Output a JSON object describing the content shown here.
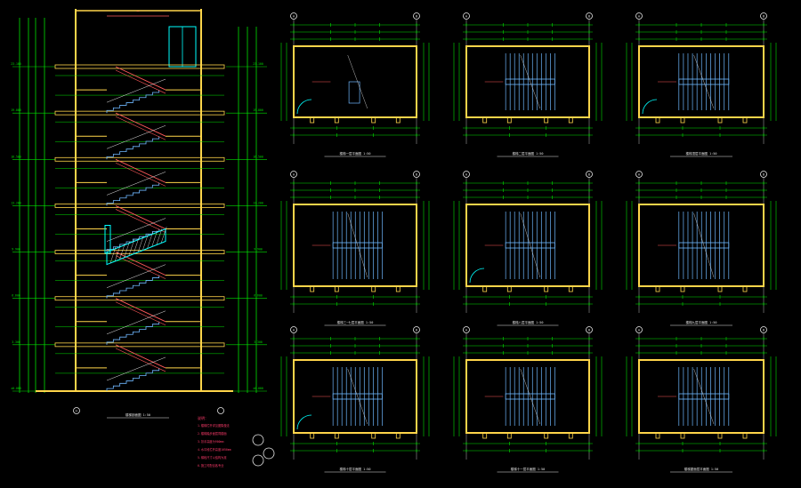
{
  "drawing": {
    "background": "#000000",
    "colors": {
      "wall": "#ffd54a",
      "dimension": "#00e000",
      "stair": "#6fb8ff",
      "axis": "#e8e8e8",
      "section": "#ff5a5a",
      "door": "#00ffff",
      "notes": "#ff3b6b",
      "hatch": "#ffffff"
    },
    "section_view": {
      "floors": 7,
      "level_labels": [
        "±0.000",
        "3.300",
        "6.600",
        "9.900",
        "13.200",
        "16.500",
        "19.800",
        "23.100"
      ],
      "axis_bottom": "①",
      "title": "楼梯剖面图 1:50"
    },
    "plans": [
      {
        "title": "楼梯一层平面图 1:50",
        "axis_left": "A",
        "axis_right": "B"
      },
      {
        "title": "楼梯二层平面图 1:50",
        "axis_left": "A",
        "axis_right": "B"
      },
      {
        "title": "楼梯顶层平面图 1:50",
        "axis_left": "A",
        "axis_right": "B"
      },
      {
        "title": "楼梯三~七层平面图 1:50",
        "axis_left": "A",
        "axis_right": "B"
      },
      {
        "title": "楼梯八层平面图 1:50",
        "axis_left": "A",
        "axis_right": "B"
      },
      {
        "title": "楼梯九层平面图 1:50",
        "axis_left": "A",
        "axis_right": "B"
      },
      {
        "title": "楼梯十层平面图 1:50",
        "axis_left": "A",
        "axis_right": "B"
      },
      {
        "title": "楼梯十一层平面图 1:50",
        "axis_left": "A",
        "axis_right": "B"
      },
      {
        "title": "楼梯屋面层平面图 1:50",
        "axis_left": "A",
        "axis_right": "B"
      }
    ],
    "notes": {
      "heading": "说明：",
      "lines": [
        "1.楼梯栏杆详见图集做法",
        "2.楼梯踏步面层同楼面",
        "3.扶手高度为900mm",
        "4.水平段栏杆高度1050mm",
        "5.梯段尺寸以结构为准",
        "6.施工时配合各专业"
      ]
    }
  }
}
